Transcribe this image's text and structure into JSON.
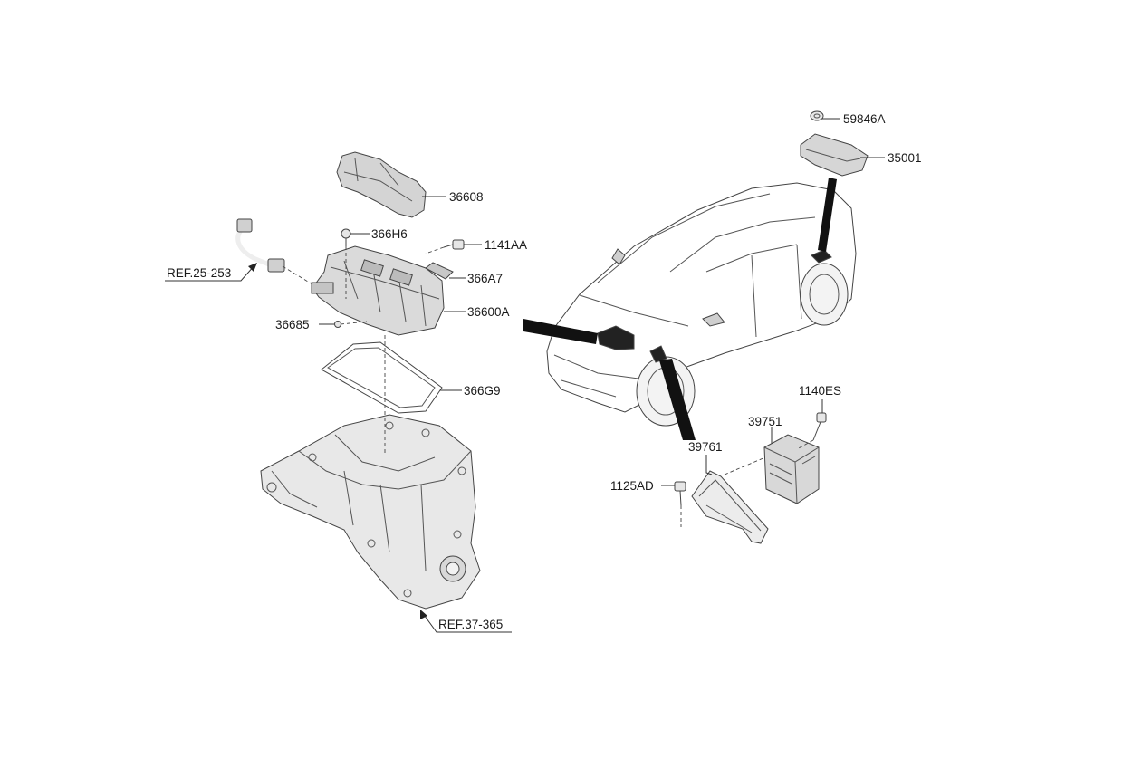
{
  "parts": {
    "p59846A": "59846A",
    "p35001": "35001",
    "p36608": "36608",
    "p366H6": "366H6",
    "p1141AA": "1141AA",
    "p366A7": "366A7",
    "p36600A": "36600A",
    "p36685": "36685",
    "p366G9": "366G9",
    "p1140ES": "1140ES",
    "p39751": "39751",
    "p39761": "39761",
    "p1125AD": "1125AD"
  },
  "refs": {
    "ref_25_253": "REF.25-253",
    "ref_37_365": "REF.37-365"
  },
  "icons": {
    "part_glyph": "mechanical-part-illustration",
    "car_glyph": "vehicle-outline-illustration"
  }
}
